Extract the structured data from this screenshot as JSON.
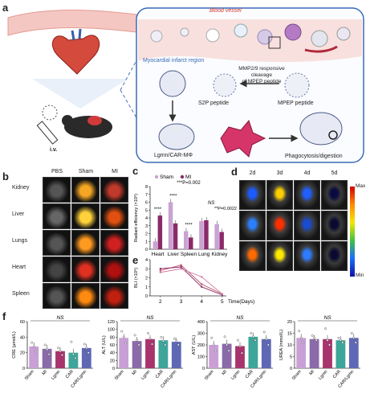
{
  "panels": {
    "a": "a",
    "b": "b",
    "c": "c",
    "d": "d",
    "e": "e",
    "f": "f"
  },
  "panel_a": {
    "blood_vessel": "Blood vessel",
    "mi_region": "Myocardial infarct region",
    "mmp_line1": "MMP2/9 responsive",
    "mmp_line2": "cleavage",
    "mmp_line3": "of MPEP peptide",
    "s2p": "S2P peptide",
    "mpep": "MPEP peptide",
    "iv": "i.v.",
    "lgmn": "Lgmn/CAR-MΦ",
    "phago": "Phagocytosis/digestion"
  },
  "panel_b": {
    "cols": [
      "PBS",
      "Sham",
      "MI"
    ],
    "rows": [
      "Kidney",
      "Liver",
      "Lungs",
      "Heart",
      "Spleen"
    ]
  },
  "panel_c": {
    "legend": [
      "Sham",
      "MI"
    ],
    "ylabel": "Radiant efficiency (×10⁸)",
    "pvals": [
      "***P=0.002",
      "NS",
      "**P=0.0022"
    ],
    "stars": [
      "****",
      "****",
      "****"
    ]
  },
  "panel_d": {
    "days": [
      "2d",
      "3d",
      "4d",
      "5d"
    ],
    "max": "Max",
    "min": "Min"
  },
  "panel_e": {
    "ylabel": "BLI (×10⁸)",
    "xlabel": "Time(Days)"
  },
  "panel_f": {
    "ns": "NS",
    "groups": [
      "Sham",
      "MI",
      "Lgmn",
      "CAR",
      "CAR/Lgmn"
    ]
  },
  "colors": {
    "sham": "#c9a3d3",
    "mi": "#8b2a6a",
    "f_sham": "#c9a0d6",
    "f_mi": "#8a6aa8",
    "f_lgmn": "#a8346d",
    "f_car": "#3ea59a",
    "f_carlgmn": "#5f68b4"
  },
  "chart_data": [
    {
      "type": "bar",
      "title": "",
      "categories": [
        "Heart",
        "Liver",
        "Spleen",
        "Lung",
        "Kidney"
      ],
      "series": [
        {
          "name": "Sham",
          "values": [
            1.0,
            6.0,
            2.3,
            3.6,
            3.2
          ]
        },
        {
          "name": "MI",
          "values": [
            4.3,
            3.3,
            1.5,
            3.7,
            2.2
          ]
        }
      ],
      "xlabel": "",
      "ylabel": "Radiant efficiency (×10⁸)",
      "ylim": [
        0,
        8
      ],
      "yticks": [
        0,
        1,
        2,
        3,
        4,
        5,
        6,
        7,
        8
      ]
    },
    {
      "type": "line",
      "title": "",
      "x": [
        2,
        3,
        4,
        5
      ],
      "series": [
        {
          "values": [
            2.8,
            3.4,
            1.3,
            0.2
          ]
        },
        {
          "values": [
            3.0,
            3.2,
            1.0,
            0.1
          ]
        },
        {
          "values": [
            2.6,
            3.0,
            2.1,
            0.2
          ]
        }
      ],
      "xlabel": "Time(Days)",
      "ylabel": "BLI (×10⁸)",
      "ylim": [
        0,
        4
      ],
      "yticks": [
        0,
        1,
        2,
        3,
        4
      ]
    },
    {
      "type": "bar",
      "title": "NS",
      "categories": [
        "Sham",
        "MI",
        "Lgmn",
        "CAR",
        "CAR/Lgmn"
      ],
      "values": [
        28,
        25,
        22,
        20,
        26
      ],
      "points": [
        [
          33,
          28,
          22
        ],
        [
          30,
          24,
          18
        ],
        [
          26,
          22,
          17
        ],
        [
          34,
          18,
          13
        ],
        [
          31,
          26,
          20
        ]
      ],
      "ylabel": "CRE (μmol/L)",
      "ylim": [
        0,
        60
      ],
      "yticks": [
        0,
        20,
        40,
        60
      ]
    },
    {
      "type": "bar",
      "title": "NS",
      "categories": [
        "Sham",
        "MI",
        "Lgmn",
        "CAR",
        "CAR/Lgmn"
      ],
      "values": [
        78,
        70,
        75,
        72,
        68
      ],
      "points": [
        [
          95,
          80,
          65
        ],
        [
          85,
          72,
          60
        ],
        [
          90,
          76,
          62
        ],
        [
          80,
          70,
          60
        ],
        [
          76,
          70,
          60
        ]
      ],
      "ylabel": "ALT (U/L)",
      "ylim": [
        0,
        120
      ],
      "yticks": [
        0,
        20,
        40,
        60,
        80,
        100,
        120
      ]
    },
    {
      "type": "bar",
      "title": "NS",
      "categories": [
        "Sham",
        "MI",
        "Lgmn",
        "CAR",
        "CAR/Lgmn"
      ],
      "values": [
        200,
        210,
        190,
        270,
        250
      ],
      "points": [
        [
          260,
          200,
          150
        ],
        [
          270,
          200,
          150
        ],
        [
          240,
          190,
          130
        ],
        [
          300,
          270,
          240
        ],
        [
          310,
          250,
          200
        ]
      ],
      "ylabel": "AST (U/L)",
      "ylim": [
        0,
        400
      ],
      "yticks": [
        0,
        100,
        200,
        300,
        400
      ]
    },
    {
      "type": "bar",
      "title": "NS",
      "categories": [
        "Sham",
        "MI",
        "Lgmn",
        "CAR",
        "CAR/Lgmn"
      ],
      "values": [
        13,
        12.5,
        12.5,
        12,
        13
      ],
      "points": [
        [
          16,
          13,
          11
        ],
        [
          14,
          13,
          12
        ],
        [
          17,
          12,
          10
        ],
        [
          13,
          12,
          11
        ],
        [
          15,
          13,
          11
        ]
      ],
      "ylabel": "UREA (mmol/L)",
      "ylim": [
        0,
        20
      ],
      "yticks": [
        0,
        5,
        10,
        15,
        20
      ]
    }
  ]
}
